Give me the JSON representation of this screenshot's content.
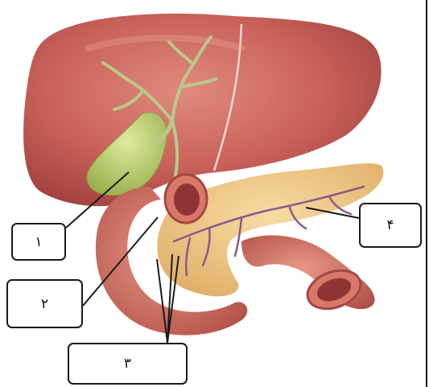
{
  "diagram": {
    "labels": [
      {
        "id": "1",
        "text": "۱"
      },
      {
        "id": "2",
        "text": "۲"
      },
      {
        "id": "3",
        "text": "۳"
      },
      {
        "id": "4",
        "text": "۴"
      }
    ],
    "colors": {
      "liver": "#c9625a",
      "gallbladder": "#b8cf6a",
      "bile_duct": "#b9c98a",
      "pancreas": "#efc98a",
      "pancreatic_duct": "#8a5a8a",
      "duodenum": "#d9786a",
      "label_border": "#1a1a1a"
    }
  }
}
